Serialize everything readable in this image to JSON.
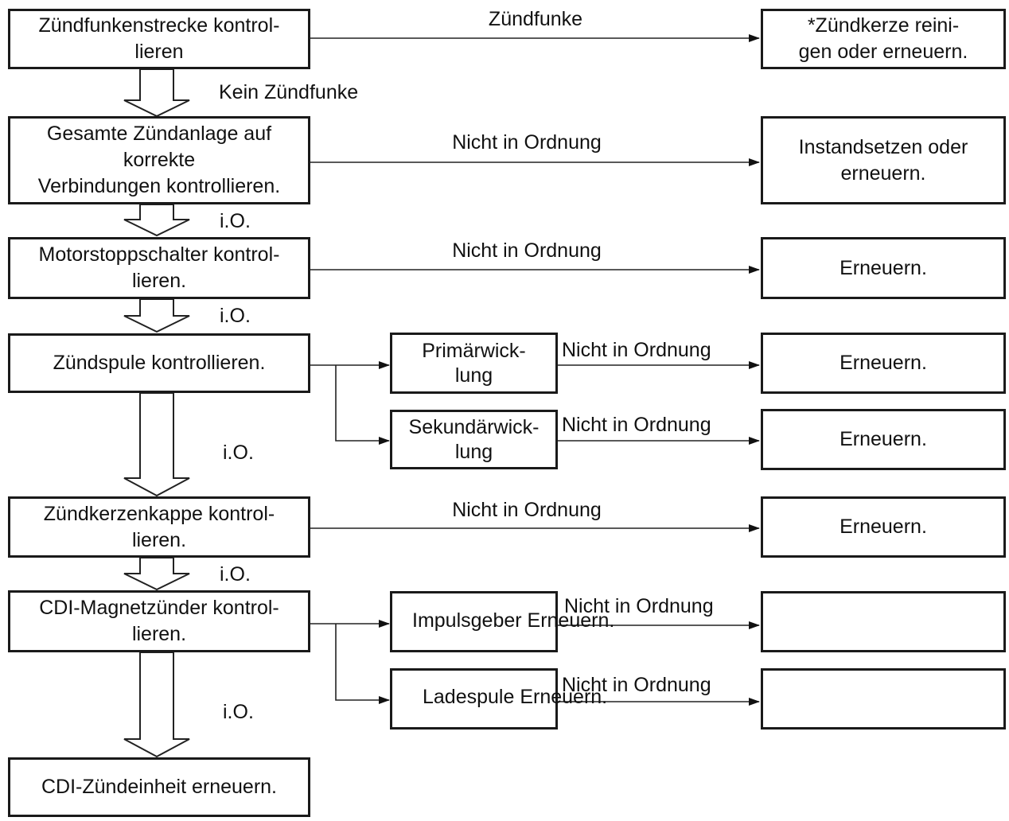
{
  "steps": {
    "s1": "Zündfunkenstrecke kontrol-\nlieren",
    "s2": "Gesamte Zündanlage auf\nkorrekte\nVerbindungen kontrollieren.",
    "s3": "Motorstoppschalter kontrol-\nlieren.",
    "s4": "Zündspule kontrollieren.",
    "s5": "Zündkerzenkappe kontrol-\nlieren.",
    "s6": "CDI-Magnetzünder kontrol-\nlieren.",
    "s7": "CDI-Zündeinheit erneuern."
  },
  "sub": {
    "primary": "Primärwick-\nlung",
    "secondary": "Sekundärwick-\nlung",
    "impuls": "Impulsgeber Erneuern.",
    "lade": "Ladespule Erneuern."
  },
  "results": {
    "r1": "*Zündkerze reini-\ngen oder erneuern.",
    "r2": "Instandsetzen oder\nerneuern.",
    "r3": "Erneuern.",
    "r4": "Erneuern.",
    "r5": "Erneuern.",
    "r6": "Erneuern."
  },
  "labels": {
    "spark": "Zündfunke",
    "no_spark": "Kein Zündfunke",
    "ok": "i.O.",
    "not_ok": "Nicht in Ordnung"
  }
}
